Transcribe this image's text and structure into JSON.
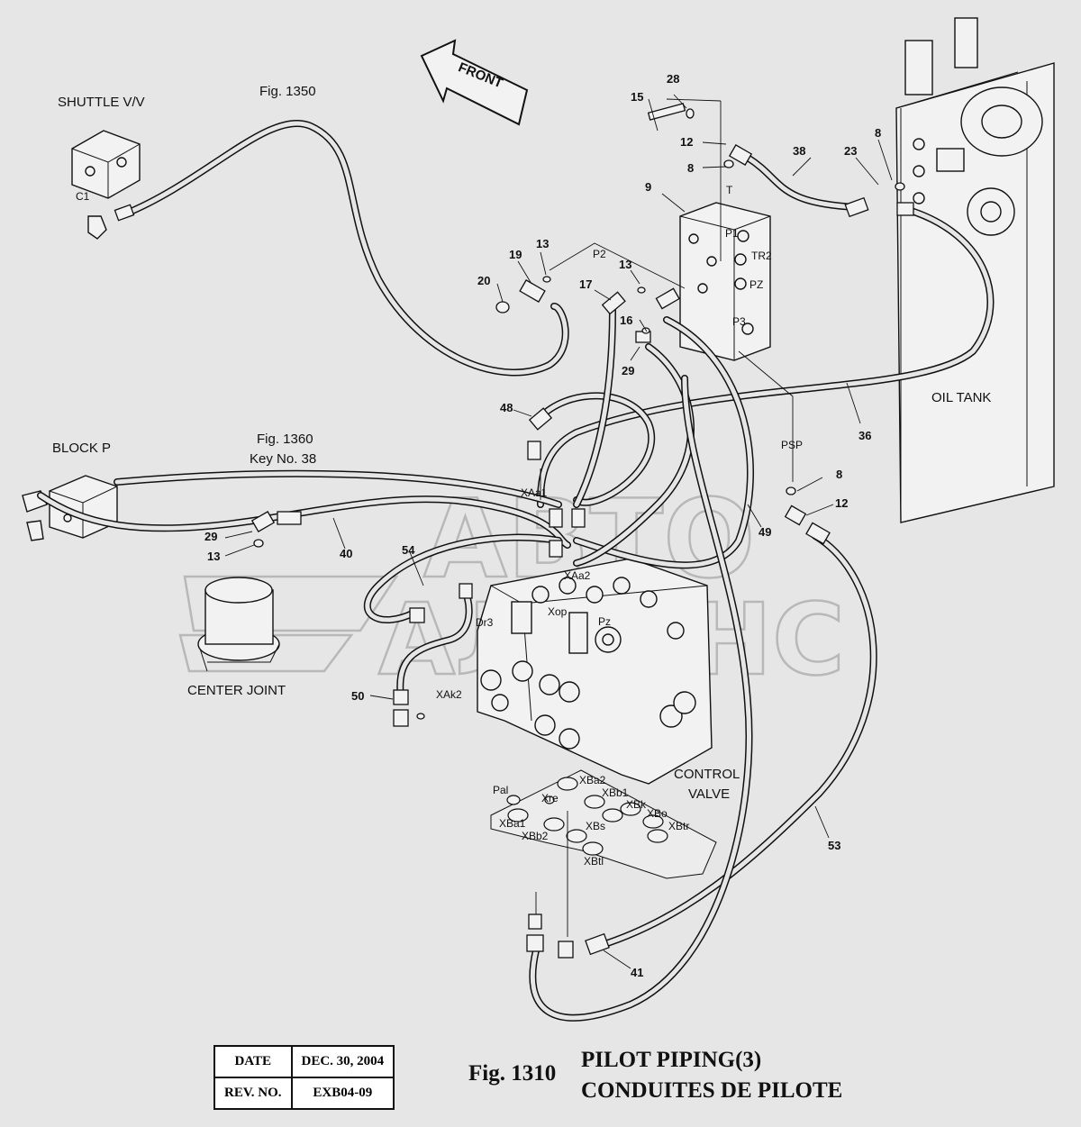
{
  "labels": {
    "shuttle": "SHUTTLE V/V",
    "fig1350": "Fig. 1350",
    "front": "FRONT",
    "block_p": "BLOCK P",
    "fig1360": "Fig. 1360",
    "key38": "Key No. 38",
    "center_joint": "CENTER JOINT",
    "oil_tank": "OIL TANK",
    "control_1": "CONTROL",
    "control_2": "VALVE",
    "watermark_1": "АВТО",
    "watermark_2": "АЛЬЯНС"
  },
  "ports": {
    "c1": "C1",
    "t": "T",
    "p1": "P1",
    "tr2": "TR2",
    "pz": "PZ",
    "p3": "P3",
    "p2": "P2",
    "psp": "PSP",
    "xaa1": "XAa1",
    "xaa2": "XAa2",
    "xop": "Xop",
    "pz2": "Pz",
    "dr3": "Dr3",
    "xak2": "XAk2",
    "pal": "Pal",
    "xre": "Xre",
    "xba2": "XBa2",
    "xbb1": "XBb1",
    "xbk": "XBk",
    "xbo": "XBo",
    "xba1": "XBa1",
    "xbs": "XBs",
    "xbtr": "XBtr",
    "xbb2": "XBb2",
    "xbtl": "XBtl"
  },
  "part_numbers": {
    "n15": "15",
    "n28": "28",
    "n12a": "12",
    "n8a": "8",
    "n38": "38",
    "n23": "23",
    "n8b": "8",
    "n9": "9",
    "n19": "19",
    "n13a": "13",
    "n20": "20",
    "n13b": "13",
    "n17": "17",
    "n16": "16",
    "n29a": "29",
    "n48": "48",
    "n36": "36",
    "n8c": "8",
    "n12b": "12",
    "n49": "49",
    "n29b": "29",
    "n13c": "13",
    "n40": "40",
    "n54": "54",
    "n50": "50",
    "n53": "53",
    "n41": "41"
  },
  "title_block": {
    "date_label": "DATE",
    "date_value": "DEC. 30, 2004",
    "rev_label": "REV. NO.",
    "rev_value": "EXB04-09"
  },
  "figure": {
    "number": "Fig. 1310",
    "title_en": "PILOT PIPING(3)",
    "title_fr": "CONDUITES DE PILOTE"
  }
}
